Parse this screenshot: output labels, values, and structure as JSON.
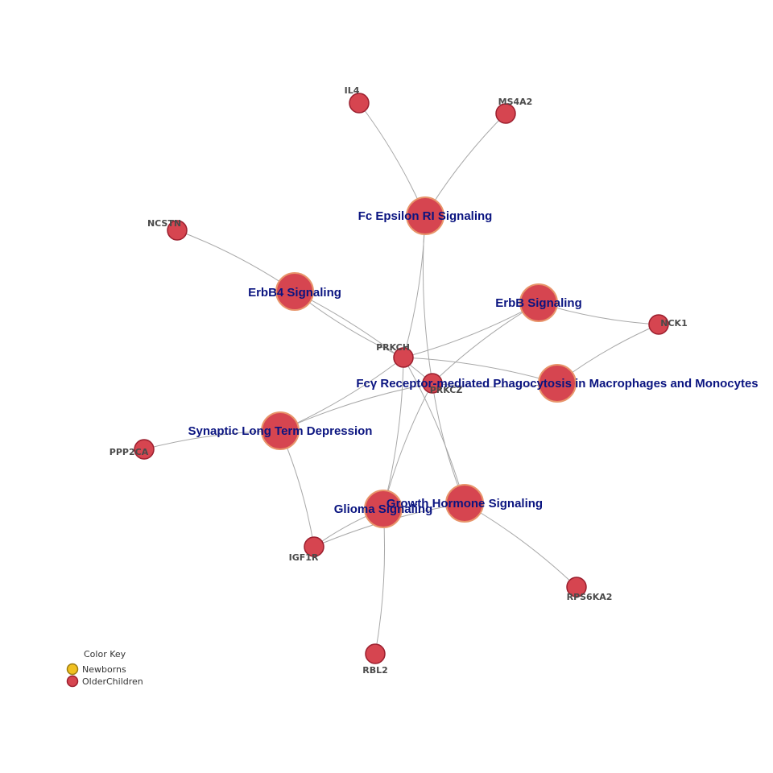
{
  "colors": {
    "edge": "#a8a8a8",
    "node_fill": "#d64550",
    "gene_stroke": "#9b1f2e",
    "pathway_stroke": "#e8956b",
    "newborns": "#f0c020",
    "older_children": "#d64550",
    "pathway_label": "#0a1480",
    "gene_label": "#4a4a4a"
  },
  "nodes": [
    {
      "id": "IL4",
      "label": "IL4",
      "kind": "gene",
      "group": "OlderChildren"
    },
    {
      "id": "MS4A2",
      "label": "MS4A2",
      "kind": "gene",
      "group": "OlderChildren"
    },
    {
      "id": "NCSTN",
      "label": "NCSTN",
      "kind": "gene",
      "group": "OlderChildren"
    },
    {
      "id": "NCK1",
      "label": "NCK1",
      "kind": "gene",
      "group": "OlderChildren"
    },
    {
      "id": "PRKCH",
      "label": "PRKCH",
      "kind": "gene",
      "group": "OlderChildren"
    },
    {
      "id": "PRKCZ",
      "label": "PRKCZ",
      "kind": "gene",
      "group": "OlderChildren"
    },
    {
      "id": "PPP2CA",
      "label": "PPP2CA",
      "kind": "gene",
      "group": "OlderChildren"
    },
    {
      "id": "IGF1R",
      "label": "IGF1R",
      "kind": "gene",
      "group": "OlderChildren"
    },
    {
      "id": "RPS6KA2",
      "label": "RPS6KA2",
      "kind": "gene",
      "group": "OlderChildren"
    },
    {
      "id": "RBL2",
      "label": "RBL2",
      "kind": "gene",
      "group": "OlderChildren"
    },
    {
      "id": "FCER",
      "label": "Fc Epsilon RI Signaling",
      "kind": "pathway",
      "group": "OlderChildren"
    },
    {
      "id": "ERBB4",
      "label": "ErbB4 Signaling",
      "kind": "pathway",
      "group": "OlderChildren"
    },
    {
      "id": "ERBB",
      "label": "ErbB Signaling",
      "kind": "pathway",
      "group": "OlderChildren"
    },
    {
      "id": "FCGR",
      "label": "Fcγ Receptor-mediated Phagocytosis in Macrophages and Monocytes",
      "kind": "pathway",
      "group": "OlderChildren"
    },
    {
      "id": "SLTD",
      "label": "Synaptic Long Term Depression",
      "kind": "pathway",
      "group": "OlderChildren"
    },
    {
      "id": "GLIOMA",
      "label": "Glioma Signaling",
      "kind": "pathway",
      "group": "OlderChildren"
    },
    {
      "id": "GH",
      "label": "Growth Hormone Signaling",
      "kind": "pathway",
      "group": "OlderChildren"
    }
  ],
  "edges": [
    {
      "source": "IL4",
      "target": "FCER"
    },
    {
      "source": "MS4A2",
      "target": "FCER"
    },
    {
      "source": "FCER",
      "target": "PRKCH"
    },
    {
      "source": "FCER",
      "target": "PRKCZ"
    },
    {
      "source": "NCSTN",
      "target": "ERBB4"
    },
    {
      "source": "ERBB4",
      "target": "PRKCH"
    },
    {
      "source": "ERBB4",
      "target": "PRKCZ"
    },
    {
      "source": "ERBB",
      "target": "NCK1"
    },
    {
      "source": "ERBB",
      "target": "PRKCH"
    },
    {
      "source": "ERBB",
      "target": "PRKCZ"
    },
    {
      "source": "FCGR",
      "target": "NCK1"
    },
    {
      "source": "FCGR",
      "target": "PRKCH"
    },
    {
      "source": "FCGR",
      "target": "PRKCZ"
    },
    {
      "source": "SLTD",
      "target": "PPP2CA"
    },
    {
      "source": "SLTD",
      "target": "IGF1R"
    },
    {
      "source": "SLTD",
      "target": "PRKCH"
    },
    {
      "source": "SLTD",
      "target": "PRKCZ"
    },
    {
      "source": "GLIOMA",
      "target": "IGF1R"
    },
    {
      "source": "GLIOMA",
      "target": "RBL2"
    },
    {
      "source": "GLIOMA",
      "target": "PRKCH"
    },
    {
      "source": "GLIOMA",
      "target": "PRKCZ"
    },
    {
      "source": "GH",
      "target": "IGF1R"
    },
    {
      "source": "GH",
      "target": "RPS6KA2"
    },
    {
      "source": "GH",
      "target": "PRKCH"
    },
    {
      "source": "GH",
      "target": "PRKCZ"
    }
  ],
  "color_key": {
    "title": "Color Key",
    "items": [
      {
        "label": "Newborns",
        "color": "#f0c020"
      },
      {
        "label": "OlderChildren",
        "color": "#d64550"
      }
    ]
  }
}
